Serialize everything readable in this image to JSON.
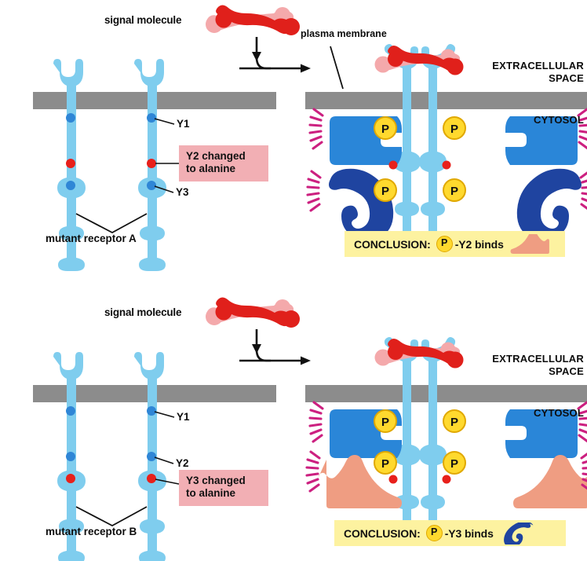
{
  "figure": {
    "title": "Mutant receptor tyrosine kinase signaling experiments",
    "colors": {
      "membrane": "#8c8c8c",
      "receptor": "#7fcdee",
      "signal_front": "#e0201b",
      "signal_back": "#f4a9ab",
      "tyrosine_active": "#2f86d6",
      "tyrosine_mutated": "#e8201b",
      "binder_blue": "#2a86d8",
      "binder_navy": "#1f44a0",
      "binder_salmon": "#ef9d82",
      "phosphate": "#ffd92e",
      "activation_rays": "#cc2080",
      "banner_bg": "#fdf2a0",
      "callout_bg": "#f2afb4"
    }
  },
  "panels": [
    {
      "id": "panel-a",
      "signal_molecule_label": "signal molecule",
      "plasma_membrane_label": "plasma membrane",
      "extracellular_label_line1": "EXTRACELLULAR",
      "extracellular_label_line2": "SPACE",
      "cytosol_label": "CYTOSOL",
      "receptor_label": "mutant receptor A",
      "tyrosine_labels": [
        "Y1",
        "Y3"
      ],
      "callout_line1": "Y2 changed",
      "callout_line2": "to alanine",
      "conclusion_prefix": "CONCLUSION:",
      "conclusion_phosphate": "P",
      "conclusion_text": "-Y2 binds",
      "conclusion_binder": "salmon-mountain-protein",
      "phosphate_label": "P",
      "bound_proteins": [
        "blue-notched-protein",
        "navy-hook-protein"
      ]
    },
    {
      "id": "panel-b",
      "signal_molecule_label": "signal molecule",
      "plasma_membrane_label": "",
      "extracellular_label_line1": "EXTRACELLULAR",
      "extracellular_label_line2": "SPACE",
      "cytosol_label": "CYTOSOL",
      "receptor_label": "mutant receptor B",
      "tyrosine_labels": [
        "Y1",
        "Y2"
      ],
      "callout_line1": "Y3 changed",
      "callout_line2": "to alanine",
      "conclusion_prefix": "CONCLUSION:",
      "conclusion_phosphate": "P",
      "conclusion_text": "-Y3 binds",
      "conclusion_binder": "navy-hook-protein",
      "phosphate_label": "P",
      "bound_proteins": [
        "blue-notched-protein",
        "salmon-mountain-protein"
      ]
    }
  ]
}
